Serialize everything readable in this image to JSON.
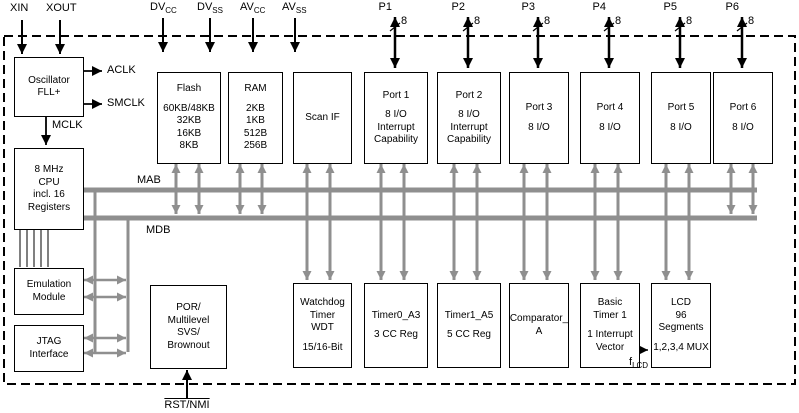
{
  "colors": {
    "bus": "#8f8f8f",
    "line": "#000000",
    "bg": "#ffffff"
  },
  "pins": {
    "xin": "XIN",
    "xout": "XOUT",
    "power": [
      {
        "main": "DV",
        "sub": "CC"
      },
      {
        "main": "DV",
        "sub": "SS"
      },
      {
        "main": "AV",
        "sub": "CC"
      },
      {
        "main": "AV",
        "sub": "SS"
      }
    ],
    "ports": [
      {
        "label": "P1",
        "width": "8"
      },
      {
        "label": "P2",
        "width": "8"
      },
      {
        "label": "P3",
        "width": "8"
      },
      {
        "label": "P4",
        "width": "8"
      },
      {
        "label": "P5",
        "width": "8"
      },
      {
        "label": "P6",
        "width": "8"
      }
    ],
    "reset": "RST/NMI"
  },
  "clocks": {
    "aclk": "ACLK",
    "smclk": "SMCLK",
    "mclk": "MCLK"
  },
  "buses": {
    "mab": "MAB",
    "mdb": "MDB"
  },
  "signals": {
    "flcd_main": "f",
    "flcd_sub": "LCD"
  },
  "blocks": {
    "oscillator": {
      "lines": [
        "Oscillator",
        "FLL+"
      ]
    },
    "cpu": {
      "lines": [
        "8 MHz",
        "CPU",
        "incl. 16",
        "Registers"
      ]
    },
    "emulation": {
      "lines": [
        "Emulation",
        "Module"
      ]
    },
    "jtag": {
      "lines": [
        "JTAG",
        "Interface"
      ]
    },
    "por": {
      "lines": [
        "POR/",
        "Multilevel",
        "SVS/",
        "Brownout"
      ]
    },
    "flash": {
      "lines": [
        "Flash",
        "60KB/48KB",
        "32KB",
        "16KB",
        "8KB"
      ]
    },
    "ram": {
      "lines": [
        "RAM",
        "2KB",
        "1KB",
        "512B",
        "256B"
      ]
    },
    "scanif": {
      "lines": [
        "Scan IF"
      ]
    },
    "port1": {
      "lines": [
        "Port 1",
        "8 I/O",
        "Interrupt",
        "Capability"
      ]
    },
    "port2": {
      "lines": [
        "Port 2",
        "8 I/O",
        "Interrupt",
        "Capability"
      ]
    },
    "port3": {
      "lines": [
        "Port 3",
        "8 I/O"
      ]
    },
    "port4": {
      "lines": [
        "Port 4",
        "8 I/O"
      ]
    },
    "port5": {
      "lines": [
        "Port 5",
        "8 I/O"
      ]
    },
    "port6": {
      "lines": [
        "Port 6",
        "8 I/O"
      ]
    },
    "watchdog": {
      "lines": [
        "Watchdog",
        "Timer",
        "WDT",
        "15/16-Bit"
      ]
    },
    "timer0": {
      "lines": [
        "Timer0_A3",
        "3 CC Reg"
      ]
    },
    "timer1": {
      "lines": [
        "Timer1_A5",
        "5 CC Reg"
      ]
    },
    "comparator": {
      "lines": [
        "Comparator_",
        "A"
      ]
    },
    "basictimer": {
      "lines": [
        "Basic",
        "Timer 1",
        "1 Interrupt",
        "Vector"
      ]
    },
    "lcd": {
      "lines": [
        "LCD",
        "96",
        "Segments",
        "1,2,3,4 MUX"
      ]
    }
  }
}
